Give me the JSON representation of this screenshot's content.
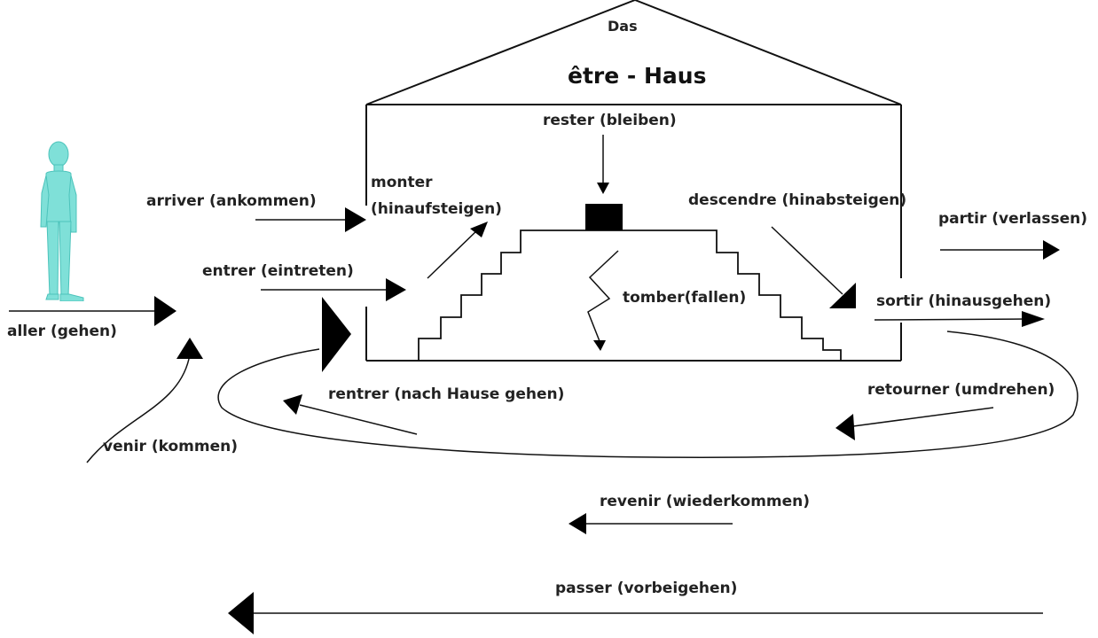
{
  "house": {
    "das": "Das",
    "title": "être - Haus"
  },
  "verbs": {
    "rester": "rester (bleiben)",
    "arriver": "arriver (ankommen)",
    "monter_1": "monter",
    "monter_2": "(hinaufsteigen)",
    "descendre": "descendre (hinabsteigen)",
    "partir": "partir (verlassen)",
    "entrer": "entrer (eintreten)",
    "tomber": "tomber(fallen)",
    "sortir": "sortir (hinausgehen)",
    "aller": "aller (gehen)",
    "rentrer": "rentrer (nach Hause gehen)",
    "retourner": "retourner (umdrehen)",
    "venir": "venir (kommen)",
    "revenir": "revenir (wiederkommen)",
    "passer": "passer (vorbeigehen)"
  },
  "colors": {
    "person": "#7fe0d8",
    "person_shadow": "#4cc3bb",
    "line": "#111111"
  }
}
